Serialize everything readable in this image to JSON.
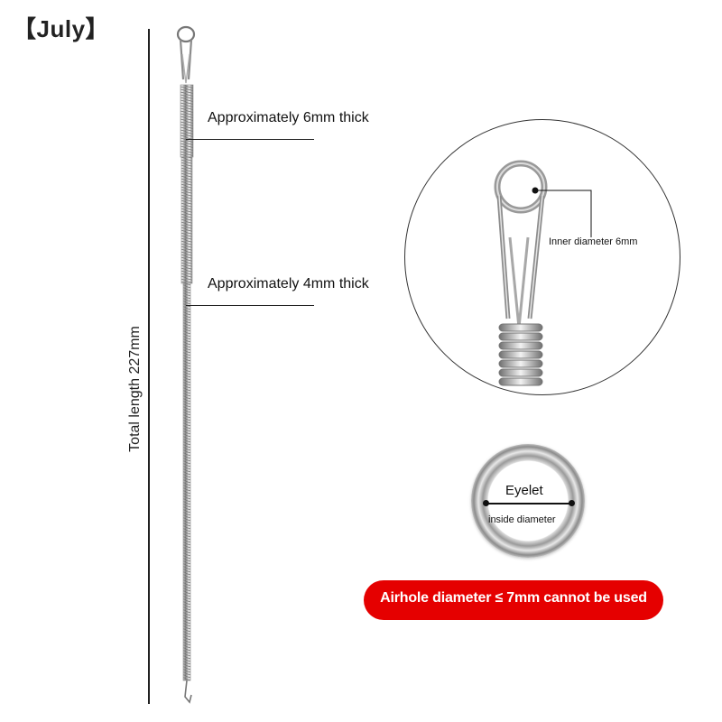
{
  "brand": "【July】",
  "measurements": {
    "total_length": "Total length 227mm",
    "thick_top": "Approximately 6mm thick",
    "thick_mid": "Approximately 4mm thick"
  },
  "detail": {
    "inner_diameter": "Inner diameter 6mm"
  },
  "eyelet": {
    "label": "Eyelet",
    "sublabel": "inside diameter"
  },
  "warning": {
    "text": "Airhole diameter ≤ 7mm cannot be used",
    "color": "#e50000"
  },
  "icons": [
    "spring-brush-rod",
    "wire-loop-icon",
    "eyelet-ring-icon"
  ]
}
